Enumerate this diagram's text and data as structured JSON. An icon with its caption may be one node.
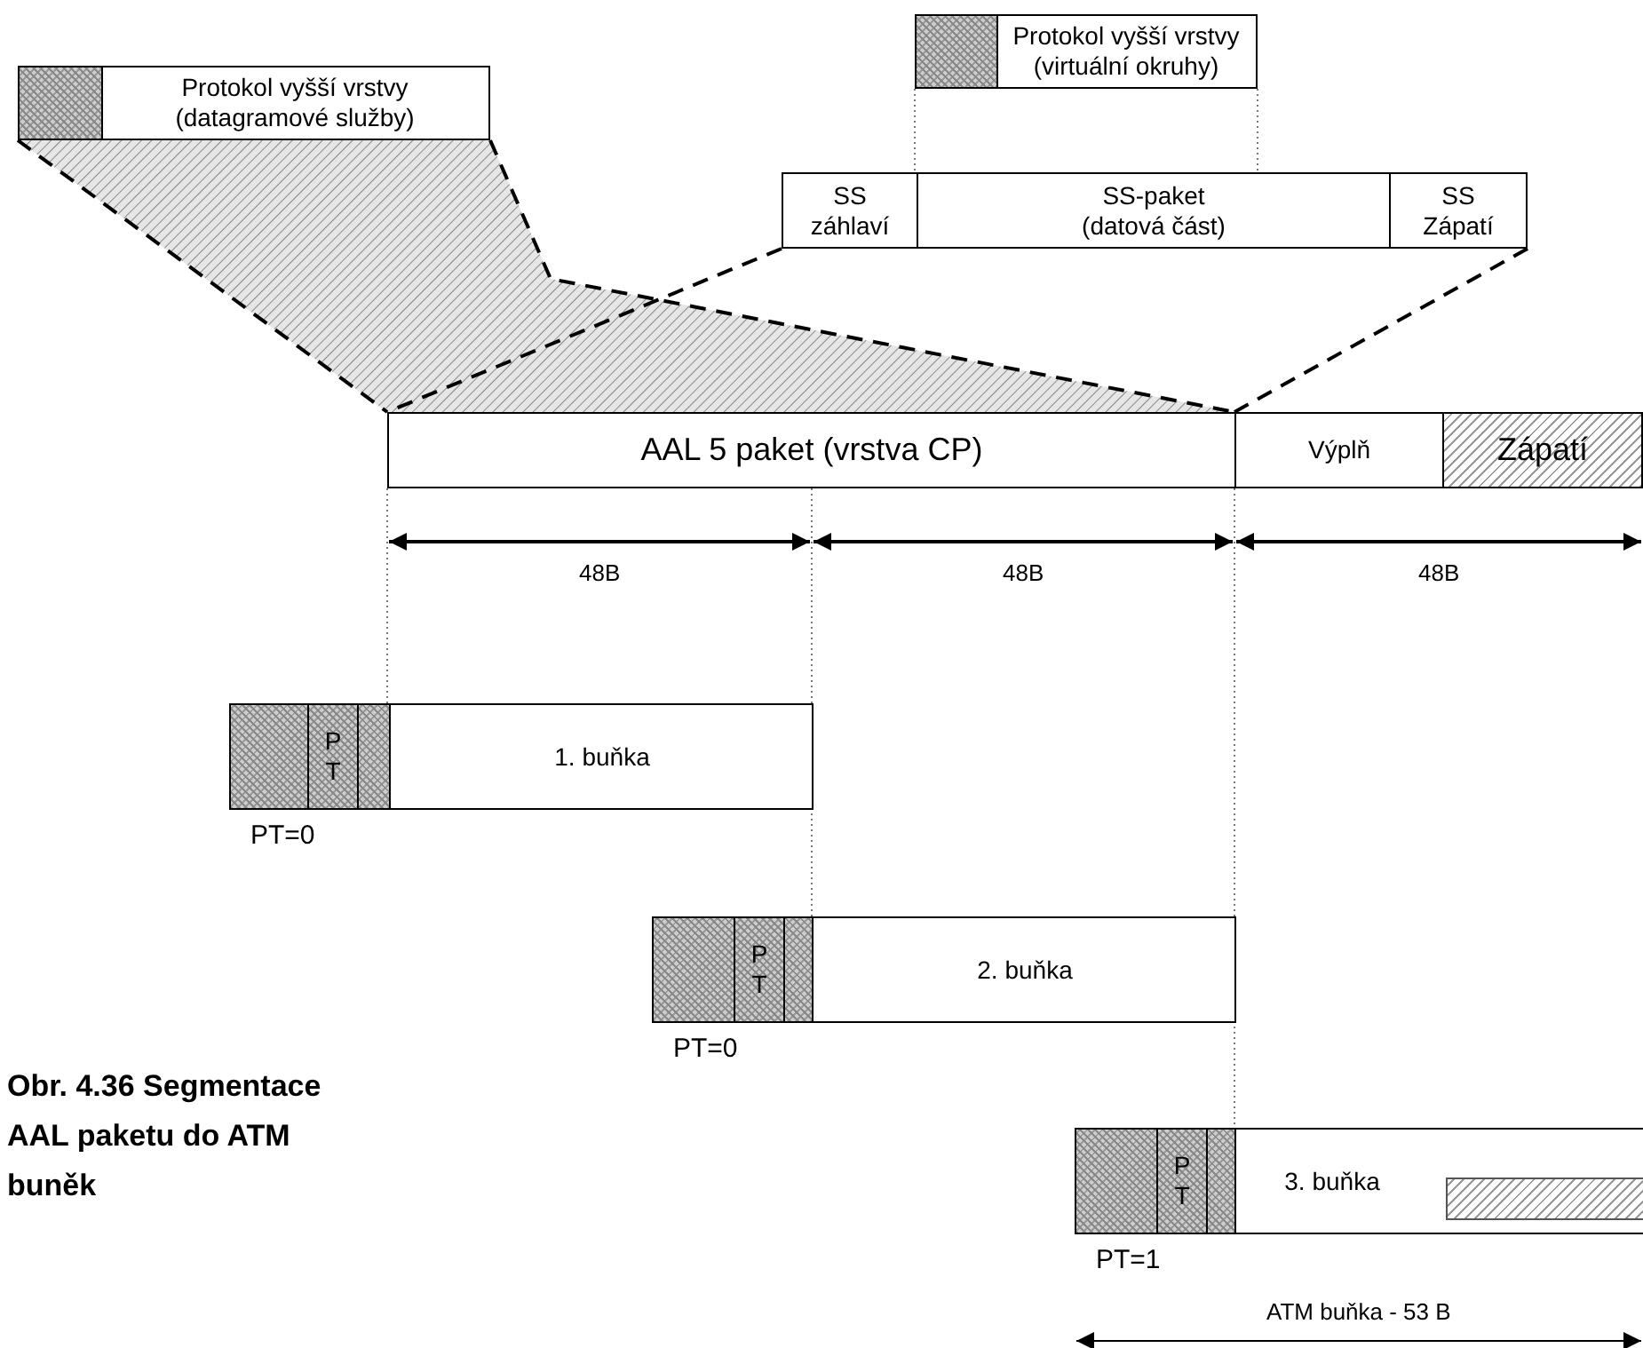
{
  "diagram": {
    "caption": "Obr. 4.36 Segmentace AAL paketu do ATM buněk",
    "nodes": [
      {
        "text": [
          "Protokol vyšší vrstvy (datagramové služby)"
        ]
      },
      {
        "text": [
          "Protokol vyšší vrstvy (virtuální okruhy)"
        ]
      },
      {
        "text": [
          "SS záhlaví"
        ]
      },
      {
        "text": [
          "SS-paket (datová část)"
        ]
      },
      {
        "text": [
          "SS Zápatí"
        ]
      },
      {
        "text": [
          "AAL 5 paket (vrstva CP)"
        ]
      },
      {
        "text": [
          "Výplň"
        ]
      },
      {
        "text": [
          "Zápatí"
        ]
      },
      {
        "text": [
          "1. buňka"
        ],
        "beside": [
          "PT=0"
        ]
      },
      {
        "text": [
          "P T"
        ],
        "in": 8
      },
      {
        "text": [
          "2. buňka"
        ],
        "beside": [
          "PT=0"
        ]
      },
      {
        "text": [
          "P T"
        ],
        "in": 10
      },
      {
        "text": [
          "3. buňka"
        ],
        "beside": [
          "PT=1"
        ]
      },
      {
        "text": [
          "P T"
        ],
        "in": 12
      },
      {
        "text": [],
        "shape": "box",
        "in": 12
      }
    ],
    "edges": [
      {
        "from": 1,
        "to": 2,
        "arrow": "none",
        "style": "dashed"
      },
      {
        "from": 1,
        "to": 3,
        "arrow": "none",
        "style": "dashed"
      },
      {
        "from": 5,
        "to": 8,
        "arrow": "none",
        "style": "dashed"
      },
      {
        "from": 5,
        "to": 10,
        "arrow": "none",
        "style": "dashed"
      },
      {
        "from": 6,
        "to": 12,
        "arrow": "none",
        "style": "dashed"
      }
    ],
    "labels": [
      "48B",
      "48B",
      "48B",
      "ATM buňka - 53 B"
    ]
  }
}
